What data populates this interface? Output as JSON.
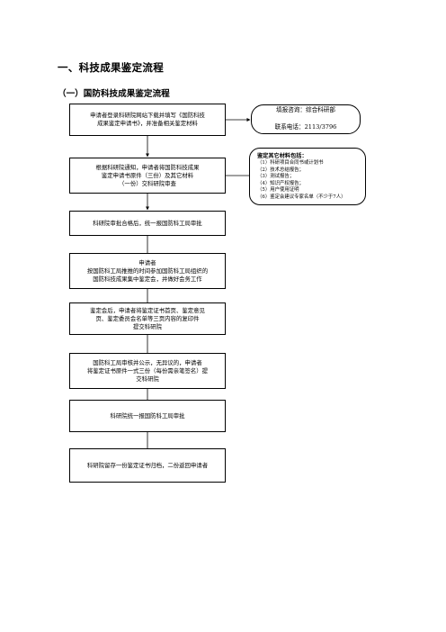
{
  "heading": "一、科技成果鉴定流程",
  "subheading": "（一）国防科技成果鉴定流程",
  "steps": [
    "申请者登录科研院网站下载并填写《国防科技\n成果鉴定申请书》，并准备相关鉴定材料",
    "根据科研院通知，申请者将国防科技成果\n鉴定申请书原件（三份）及其它材料\n（一份）交科研院审查",
    "科研院审批合格后，统一报国防科工局审批",
    "申请者\n按国防科工局推推的时间参加国防科工局组织的\n国防科技成果集中鉴定会，并做好会务工作",
    "鉴定会后，申请者将鉴定证书首页、鉴定意见\n页、鉴定委员会名单等三页内容的复印件\n提交科研院",
    "国防科工局审核并公示，无异议的，申请者\n将鉴定证书原件一式三份（每份需亲笔签名）提\n交科研院",
    "科研院统一报国防科工局审批",
    "科研院留存一份鉴定证书归档，二份返回申请者"
  ],
  "contact": {
    "line1": "填报咨询：综合科研部",
    "line2": "联系电话：2113/3796"
  },
  "materials": {
    "title": "鉴定其它材料包括：",
    "items": [
      "（1）科研项目合同书或计划书",
      "（2）技术总结报告；",
      "（3）测试报告；",
      "（4）知识产权报告；",
      "（5）用户使用证明",
      "（6）鉴定会建议专家名单（不少于7人）"
    ]
  }
}
